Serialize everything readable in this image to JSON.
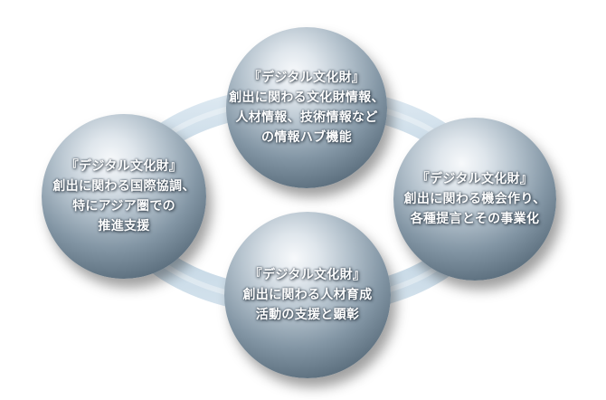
{
  "spheres": {
    "top": {
      "lines": [
        "『デジタル文化財』",
        "創出に関わる文化財情報、",
        "人材情報、技術情報など",
        "の情報ハブ機能"
      ]
    },
    "left": {
      "lines": [
        "『デジタル文化財』",
        "創出に関わる国際協調、",
        "特にアジア圏での",
        "推進支援"
      ]
    },
    "right": {
      "lines": [
        "『デジタル文化財』",
        "創出に関わる機会作り、",
        "各種提言とその事業化"
      ]
    },
    "bottom": {
      "lines": [
        "『デジタル文化財』",
        "創出に関わる人材育成",
        "活動の支援と顕彰"
      ]
    }
  },
  "colors": {
    "ring": "#c7d9e6",
    "sphere_highlight": "#f7f9fb",
    "sphere_shadow": "#3e4f5c",
    "text": "#ffffff"
  }
}
